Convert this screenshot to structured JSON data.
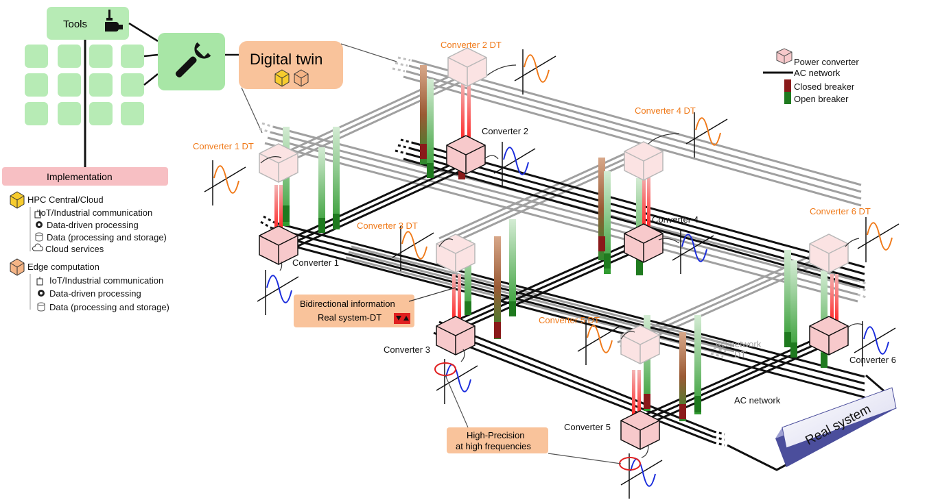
{
  "tools": {
    "label": "Tools"
  },
  "digital_twin": {
    "label": "Digital twin"
  },
  "implementation": {
    "title": "Implementation",
    "hpc": {
      "label": "HPC Central/Cloud",
      "items": [
        "IoT/Industrial communication",
        "Data-driven processing",
        "Data (processing and storage)",
        "Cloud services"
      ]
    },
    "edge": {
      "label": "Edge computation",
      "items": [
        "IoT/Industrial communication",
        "Data-driven processing",
        "Data (processing and storage)"
      ]
    }
  },
  "legend": {
    "power_converter": "Power converter",
    "ac_network": "AC network",
    "closed_breaker": "Closed breaker",
    "open_breaker": "Open breaker"
  },
  "converters": {
    "c1": "Converter 1",
    "c2": "Converter 2",
    "c3": "Converter 3",
    "c4": "Converter 4",
    "c5": "Converter 5",
    "c6": "Converter 6"
  },
  "converters_dt": {
    "c1": "Converter 1 DT",
    "c2": "Converter 2 DT",
    "c3": "Converter 3 DT",
    "c4": "Converter 4 DT",
    "c5": "Converter 5 DT",
    "c6": "Converter 6 DT"
  },
  "callouts": {
    "bidirectional_line1": "Bidirectional information",
    "bidirectional_line2": "Real system-DT",
    "precision_line1": "High-Precision",
    "precision_line2": "at high frequencies"
  },
  "labels": {
    "ac_network_dt_1": "AC network",
    "ac_network_dt_2": "DT",
    "ac_network": "AC network",
    "real_system": "Real system"
  },
  "colors": {
    "dt_label": "#f07a1a",
    "tool_green": "#b7ebb5",
    "callout_orange": "#f9c39b",
    "impl_pink": "#f7bfc3",
    "converter_real": "#f7c9cb",
    "converter_dt": "#fbe3e3",
    "edge_cube": "#f5b586",
    "hpc_cube": "#f7cc2e",
    "breaker_closed": "#8a1a1a",
    "breaker_open": "#1f7a1f",
    "wave_dt": "#f07a1a",
    "wave_real": "#1a2cdc",
    "real_system_fill": "#4b4e9c"
  }
}
